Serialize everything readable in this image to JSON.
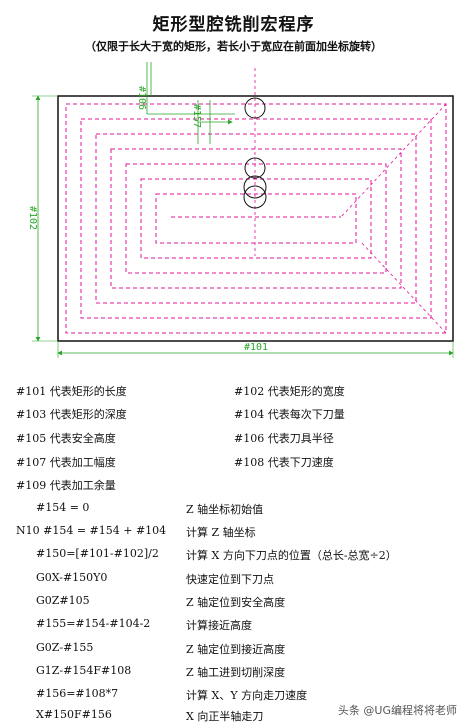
{
  "title": "矩形型腔铣削宏程序",
  "subtitle": "（仅限于长大于宽的矩形，若长小于宽应在前面加坐标旋转）",
  "drawing": {
    "dim_top": "#106",
    "dim_inner": "#157",
    "dim_left": "#102",
    "dim_bottom": "#101"
  },
  "params": [
    {
      "text": "#101 代表矩形的长度"
    },
    {
      "text": "#102 代表矩形的宽度"
    },
    {
      "text": "#103 代表矩形的深度"
    },
    {
      "text": "#104 代表每次下刀量"
    },
    {
      "text": "#105 代表安全高度"
    },
    {
      "text": "#106 代表刀具半径"
    },
    {
      "text": "#107 代表加工幅度"
    },
    {
      "text": "#108 代表下刀速度"
    },
    {
      "text": "#109 代表加工余量"
    }
  ],
  "code": [
    {
      "code": "#154 = 0",
      "comment": "Z 轴坐标初始值"
    },
    {
      "code": "N10 #154 = #154 + #104",
      "comment": "计算 Z 轴坐标"
    },
    {
      "code": "#150=[#101-#102]/2",
      "comment": "计算 X 方向下刀点的位置（总长-总宽÷2）"
    },
    {
      "code": "G0X-#150Y0",
      "comment": "快速定位到下刀点"
    },
    {
      "code": "G0Z#105",
      "comment": "Z 轴定位到安全高度"
    },
    {
      "code": "#155=#154-#104-2",
      "comment": "计算接近高度"
    },
    {
      "code": "G0Z-#155",
      "comment": "Z 轴定位到接近高度"
    },
    {
      "code": "G1Z-#154F#108",
      "comment": "Z 轴工进到切削深度"
    },
    {
      "code": "#156=#108*7",
      "comment": "计算 X、Y 方向走刀速度"
    },
    {
      "code": "X#150F#156",
      "comment": "X 向正半轴走刀"
    }
  ],
  "watermark": "头条 @UG编程将将老师",
  "colors": {
    "dimension": "#2aa52a",
    "toolpath": "#e0149a",
    "outline": "#111111"
  }
}
